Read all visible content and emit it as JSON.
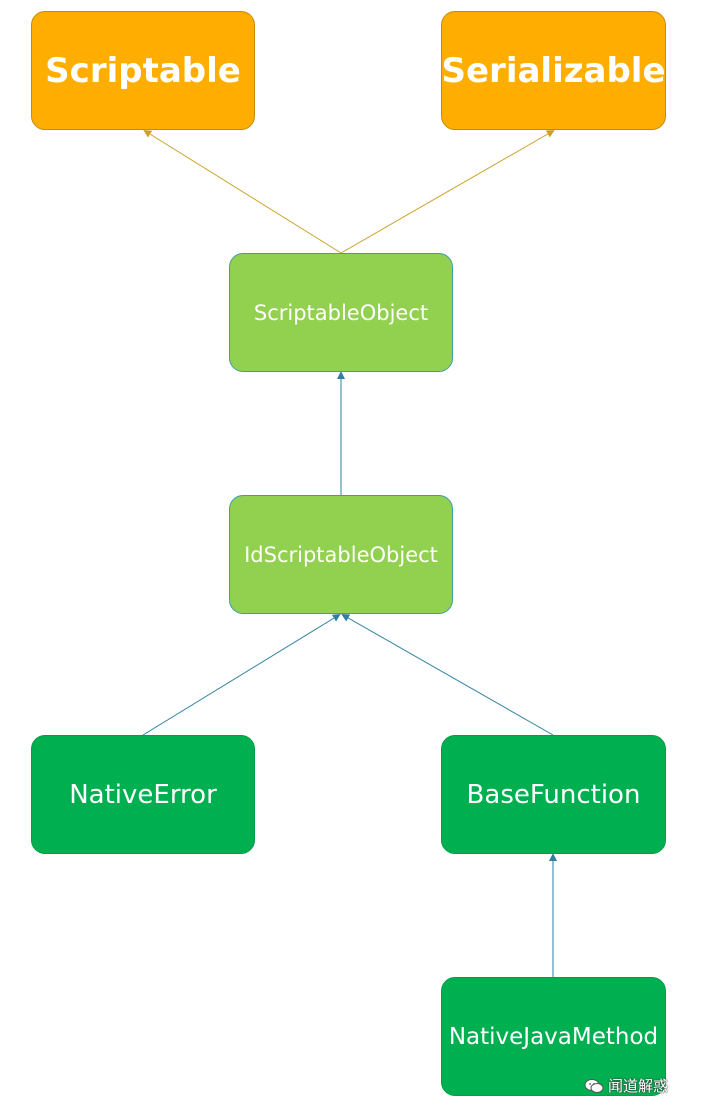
{
  "nodes": {
    "scriptable": "Scriptable",
    "serializable": "Serializable",
    "scriptable_object": "ScriptableObject",
    "id_scriptable_object": "IdScriptableObject",
    "native_error": "NativeError",
    "base_function": "BaseFunction",
    "native_java_method": "NativeJavaMethod"
  },
  "edges": [
    {
      "from": "scriptable_object",
      "to": "scriptable",
      "color": "#c9a227"
    },
    {
      "from": "scriptable_object",
      "to": "serializable",
      "color": "#c9a227"
    },
    {
      "from": "id_scriptable_object",
      "to": "scriptable_object",
      "color": "#2e7fa0"
    },
    {
      "from": "native_error",
      "to": "id_scriptable_object",
      "color": "#2e7fa0"
    },
    {
      "from": "base_function",
      "to": "id_scriptable_object",
      "color": "#2e7fa0"
    },
    {
      "from": "native_java_method",
      "to": "base_function",
      "color": "#2e7fa0"
    }
  ],
  "colors": {
    "interface_fill": "#ffae00",
    "abstract_fill": "#92d050",
    "concrete_fill": "#00b050"
  },
  "watermark": "闻道解惑"
}
